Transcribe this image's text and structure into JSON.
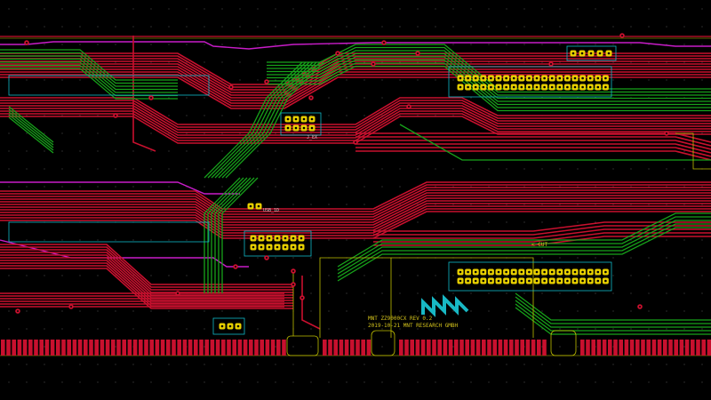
{
  "board": {
    "title": "MNT ZZ9000CX REV 0.2",
    "subtitle": "2019-10-21 MNT RESEARCH GMBH",
    "cut_note": "< CUT",
    "label_usb": "USB_1D",
    "label_j": "J_EX",
    "logo": "MNT"
  },
  "colors": {
    "background": "#000000",
    "copper_front": "#c8102e",
    "copper_back": "#17a21a",
    "edge_cuts": "#c0c000",
    "fab_magenta": "#c81cc8",
    "silkscreen": "#d4c31c",
    "pads": "#e8d000",
    "logo": "#18b8c4",
    "outline": "#0fb8c8"
  }
}
